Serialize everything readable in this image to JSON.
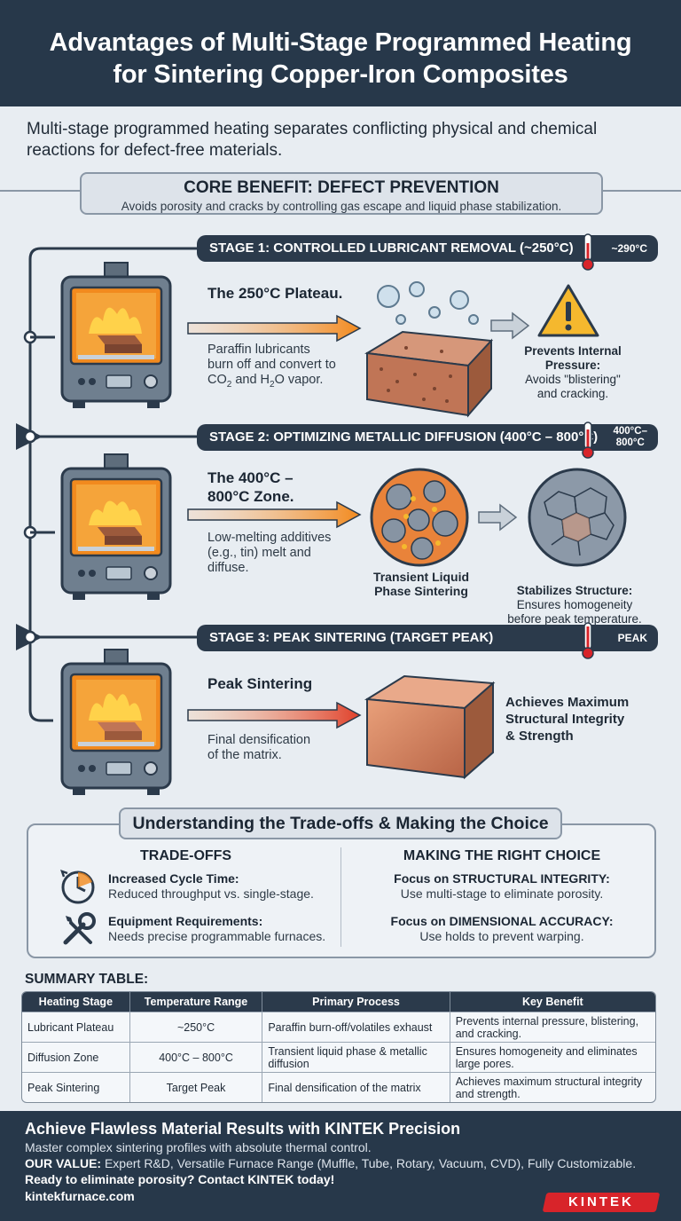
{
  "header": {
    "title_line1": "Advantages of Multi-Stage Programmed Heating",
    "title_line2": "for Sintering Copper-Iron Composites"
  },
  "intro": {
    "text": "Multi-stage programmed heating separates conflicting physical and chemical reactions for defect-free materials."
  },
  "core_benefit": {
    "title": "CORE BENEFIT: DEFECT PREVENTION",
    "subtitle": "Avoids porosity and cracks by controlling gas escape and liquid phase stabilization."
  },
  "stage1": {
    "bar_label": "STAGE 1: CONTROLLED LUBRICANT REMOVAL (~250°C)",
    "temp_badge": "~290°C",
    "title": "The 250°C Plateau.",
    "desc_line1": "Paraffin lubricants",
    "desc_line2": "burn off and convert to",
    "desc_co": "CO",
    "desc_sub2": "2",
    "desc_and": " and H",
    "desc_o": "O vapor.",
    "result_title_line1": "Prevents Internal",
    "result_title_line2": "Pressure:",
    "result_line1": "Avoids \"blistering\"",
    "result_line2": "and cracking."
  },
  "stage2": {
    "bar_label": "STAGE 2: OPTIMIZING METALLIC DIFFUSION (400°C – 800°C)",
    "temp_badge_line1": "400°C–",
    "temp_badge_line2": "800°C",
    "title_line1": "The 400°C –",
    "title_line2": "800°C Zone.",
    "desc_line1": "Low-melting additives",
    "desc_line2": "(e.g., tin) melt and",
    "desc_line3": "diffuse.",
    "mid_caption_line1": "Transient Liquid",
    "mid_caption_line2": "Phase Sintering",
    "result_title": "Stabilizes Structure:",
    "result_line1": "Ensures homogeneity",
    "result_line2": "before peak temperature."
  },
  "stage3": {
    "bar_label": "STAGE 3: PEAK SINTERING (TARGET PEAK)",
    "temp_badge": "PEAK",
    "title": "Peak Sintering",
    "desc_line1": "Final densification",
    "desc_line2": "of the matrix.",
    "result_line1": "Achieves Maximum",
    "result_line2": "Structural Integrity",
    "result_line3": "& Strength"
  },
  "tradeoffs": {
    "title": "Understanding the Trade-offs & Making the Choice",
    "left_title": "TRADE-OFFS",
    "item1_title": "Increased Cycle Time:",
    "item1_text": "Reduced throughput vs. single-stage.",
    "item2_title": "Equipment Requirements:",
    "item2_text": "Needs precise programmable furnaces.",
    "right_title": "MAKING THE RIGHT CHOICE",
    "choice1_title": "Focus on STRUCTURAL INTEGRITY:",
    "choice1_text": "Use multi-stage to eliminate porosity.",
    "choice2_title": "Focus on DIMENSIONAL ACCURACY:",
    "choice2_text": "Use holds to prevent warping."
  },
  "summary": {
    "label": "SUMMARY TABLE:",
    "headers": [
      "Heating Stage",
      "Temperature Range",
      "Primary Process",
      "Key Benefit"
    ],
    "rows": [
      [
        "Lubricant Plateau",
        "~250°C",
        "Paraffin burn-off/volatiles exhaust",
        "Prevents internal pressure, blistering, and cracking."
      ],
      [
        "Diffusion Zone",
        "400°C – 800°C",
        "Transient liquid phase & metallic diffusion",
        "Ensures homogeneity and eliminates large pores."
      ],
      [
        "Peak Sintering",
        "Target Peak",
        "Final densification of the matrix",
        "Achieves maximum structural integrity and strength."
      ]
    ]
  },
  "footer": {
    "headline": "Achieve Flawless Material Results with KINTEK Precision",
    "line1": "Master complex sintering profiles with absolute thermal control.",
    "value_label": "OUR VALUE:",
    "value_text": " Expert R&D, Versatile Furnace Range (Muffle, Tube, Rotary, Vacuum, CVD), Fully Customizable.",
    "cta": "Ready to eliminate porosity? Contact KINTEK today!",
    "url": "kintekfurnace.com",
    "brand": "KINTEK"
  },
  "colors": {
    "dark_navy": "#27384a",
    "accent_red": "#d8242a",
    "flame_orange": "#f28a1e",
    "copper": "#c7764f"
  }
}
